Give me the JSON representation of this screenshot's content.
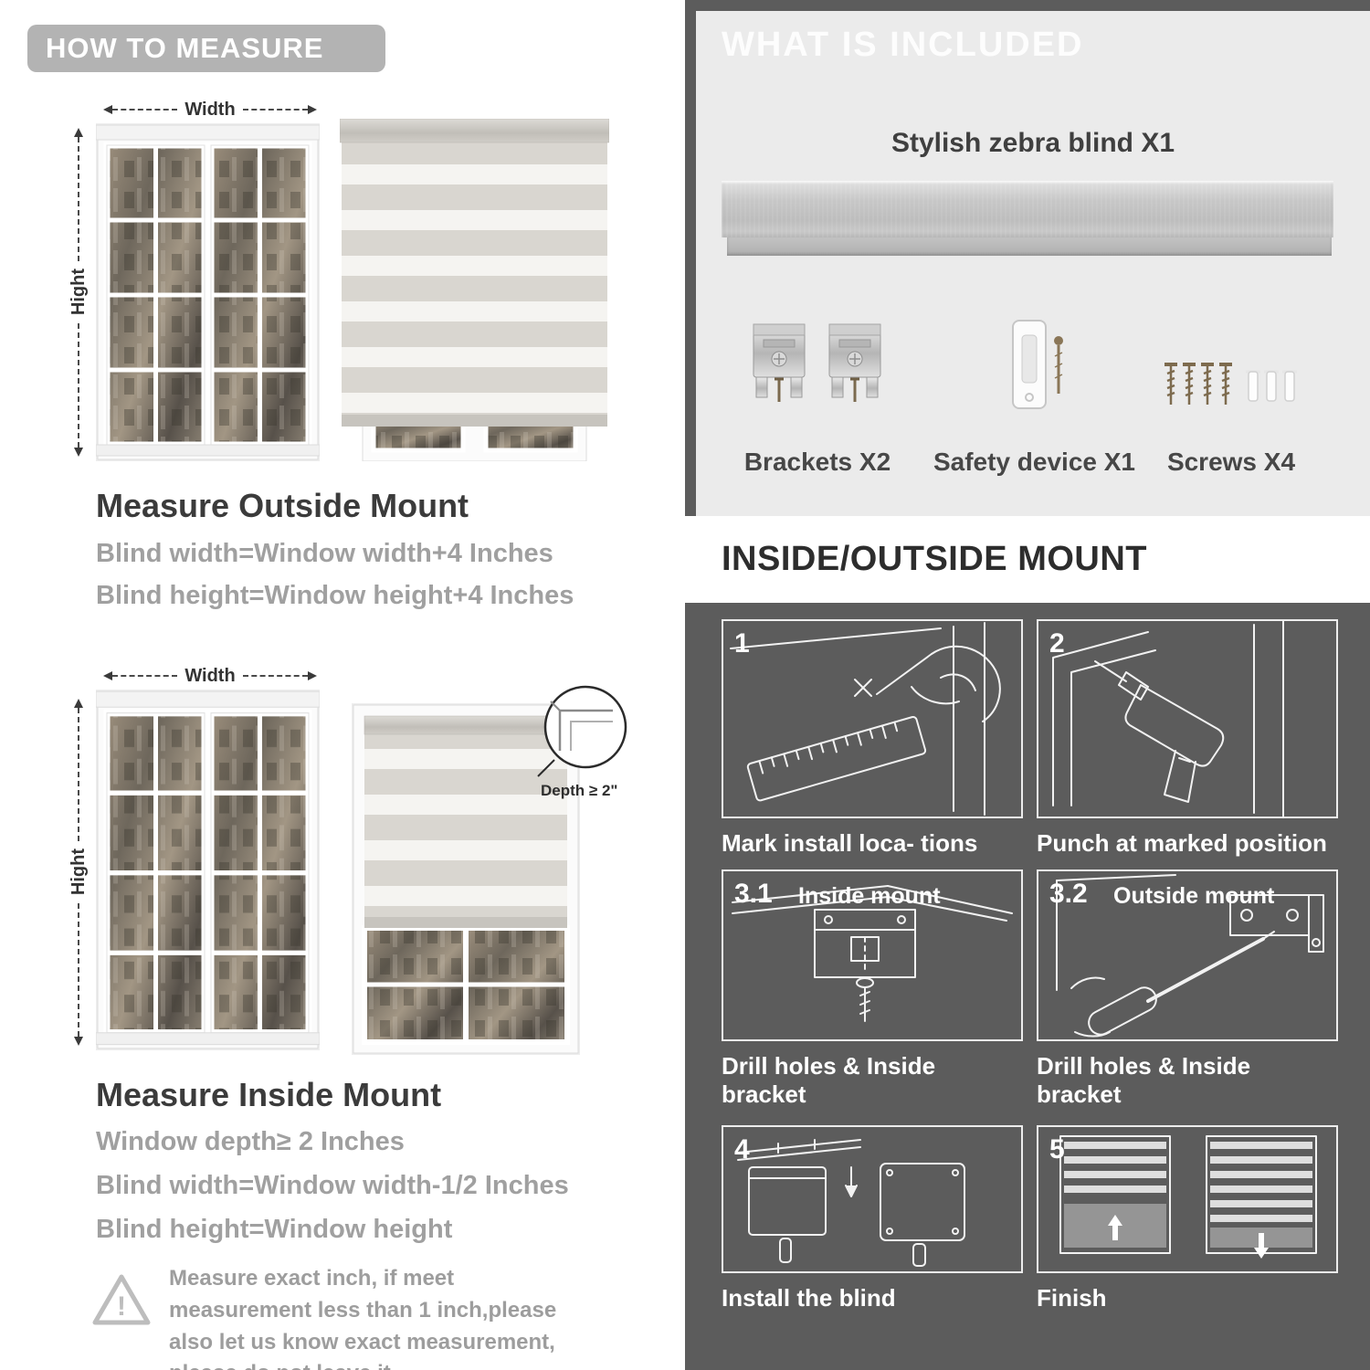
{
  "left": {
    "header": "HOW TO MEASURE",
    "outside": {
      "width_label": "Width",
      "height_label": "Hight",
      "title": "Measure Outside Mount",
      "line1": "Blind width=Window width+4 Inches",
      "line2": "Blind height=Window height+4 Inches"
    },
    "inside": {
      "width_label": "Width",
      "height_label": "Hight",
      "depth_label": "Depth ≥ 2\"",
      "title": "Measure Inside Mount",
      "line1": "Window depth≥ 2 Inches",
      "line2": "Blind width=Window width-1/2 Inches",
      "line3": "Blind height=Window height"
    },
    "note": {
      "text": "Measure exact inch, if meet measurement less than 1 inch,please also let us know exact measurement, please do not leave it"
    }
  },
  "right": {
    "included": {
      "header": "WHAT IS INCLUDED",
      "blind_label": "Stylish zebra blind X1",
      "items": [
        {
          "label": "Brackets X2"
        },
        {
          "label": "Safety device X1"
        },
        {
          "label": "Screws X4"
        }
      ]
    },
    "mount": {
      "header": "INSIDE/OUTSIDE MOUNT",
      "steps": [
        {
          "num": "1",
          "label": "",
          "caption": "Mark install loca- tions"
        },
        {
          "num": "2",
          "label": "",
          "caption": "Punch at  marked position"
        },
        {
          "num": "3.1",
          "label": "Inside mount",
          "caption": "Drill holes &  Inside bracket"
        },
        {
          "num": "3.2",
          "label": "Outside mount",
          "caption": "Drill holes &  Inside bracket"
        },
        {
          "num": "4",
          "label": "",
          "caption": "Install the blind"
        },
        {
          "num": "5",
          "label": "",
          "caption": "Finish"
        }
      ]
    }
  },
  "icons": {
    "warning": "warning-triangle-icon",
    "width_arrow": "horizontal-dashed-dimension-arrow",
    "height_arrow": "vertical-dashed-dimension-arrow",
    "depth_detail": "magnified-corner-circle"
  },
  "colors": {
    "pill_gray": "#b3b3b3",
    "panel_dark": "#5c5c5c",
    "panel_light": "#ebebeb",
    "text_gray": "#a0a0a0",
    "text_dark": "#3b3b3b"
  }
}
